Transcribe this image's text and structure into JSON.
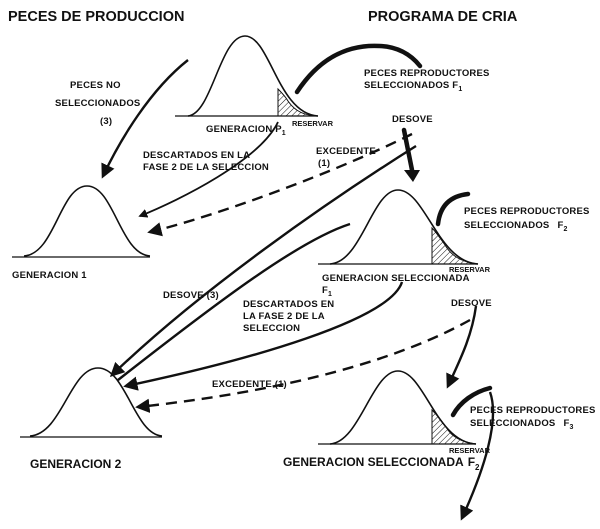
{
  "headers": {
    "left": "PECES DE PRODUCCION",
    "right": "PROGRAMA DE CRIA"
  },
  "labels": {
    "peces_no_sel_1": "PECES  NO",
    "peces_no_sel_2": "SELECCIONADOS",
    "peces_no_sel_3": "(3)",
    "gen_p1": "GENERACION  P",
    "gen_p1_sub": "1",
    "reservar_1": "RESERVAR",
    "reproductores_1a": "PECES  REPRODUCTORES",
    "reproductores_1b": "SELECCIONADOS F",
    "reproductores_1b_sub": "1",
    "desove_1": "DESOVE",
    "descartados_1a": "DESCARTADOS EN LA",
    "descartados_1b": "FASE 2 DE LA SELECCION",
    "excedente_1": "EXCEDENTE",
    "excedente_1_note": "(1)",
    "generacion_1": "GENERACION  1",
    "reproductores_2a": "PECES  REPRODUCTORES",
    "reproductores_2b": "SELECCIONADOS",
    "reproductores_2b_sub": "F",
    "reproductores_2b_subsub": "2",
    "reservar_2": "RESERVAR",
    "gen_sel_f1": "GENERACION  SELECCIONADA",
    "gen_sel_f1_sub": "F",
    "gen_sel_f1_subsub": "1",
    "desove_3": "DESOVE (3)",
    "descartados_2a": "DESCARTADOS EN",
    "descartados_2b": "LA FASE 2 DE LA",
    "descartados_2c": "SELECCION",
    "desove_2": "DESOVE",
    "excedente_2": "EXCEDENTE (1)",
    "reproductores_3a": "PECES  REPRODUCTORES",
    "reproductores_3b": "SELECCIONADOS",
    "reproductores_3b_sub": "F",
    "reproductores_3b_subsub": "3",
    "reservar_3": "RESERVAR",
    "generacion_2": "GENERACION  2",
    "gen_sel_f2": "GENERACION  SELECCIONADA",
    "gen_sel_f2_sub": "F",
    "gen_sel_f2_subsub": "2"
  }
}
